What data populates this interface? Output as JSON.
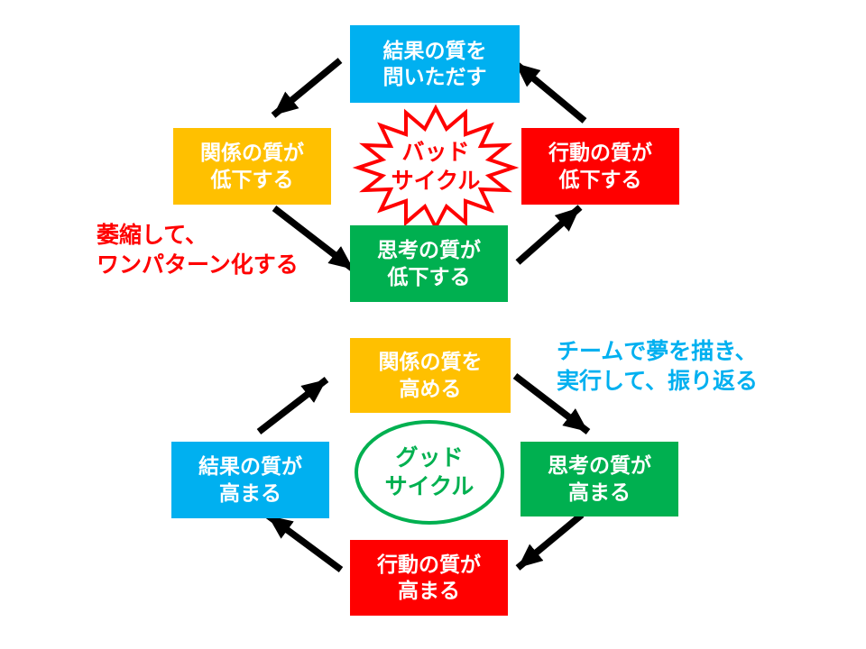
{
  "colors": {
    "blue": "#00B0F0",
    "orange": "#FFC000",
    "red": "#FF0000",
    "green": "#00B050",
    "arrow": "#000000",
    "box_text": "#FFFFFF"
  },
  "bad_cycle": {
    "label": {
      "line1": "バッド",
      "line2": "サイクル",
      "color": "#FF0000",
      "shape": "starburst"
    },
    "boxes": {
      "result": {
        "line1": "結果の質を",
        "line2": "問いただす",
        "color": "#00B0F0"
      },
      "relation": {
        "line1": "関係の質が",
        "line2": "低下する",
        "color": "#FFC000"
      },
      "action": {
        "line1": "行動の質が",
        "line2": "低下する",
        "color": "#FF0000"
      },
      "thinking": {
        "line1": "思考の質が",
        "line2": "低下する",
        "color": "#00B050"
      }
    },
    "caption": {
      "line1": "萎縮して、",
      "line2": "ワンパターン化する",
      "color": "#FF0000"
    },
    "flow": [
      "結果の質を問いただす",
      "関係の質が低下する",
      "思考の質が低下する",
      "行動の質が低下する"
    ]
  },
  "good_cycle": {
    "label": {
      "line1": "グッド",
      "line2": "サイクル",
      "color": "#00B050",
      "shape": "ellipse"
    },
    "boxes": {
      "relation": {
        "line1": "関係の質を",
        "line2": "高める",
        "color": "#FFC000"
      },
      "thinking": {
        "line1": "思考の質が",
        "line2": "高まる",
        "color": "#00B050"
      },
      "action": {
        "line1": "行動の質が",
        "line2": "高まる",
        "color": "#FF0000"
      },
      "result": {
        "line1": "結果の質が",
        "line2": "高まる",
        "color": "#00B0F0"
      }
    },
    "caption": {
      "line1": "チームで夢を描き、",
      "line2": "実行して、振り返る",
      "color": "#00B0F0"
    },
    "flow": [
      "関係の質を高める",
      "思考の質が高まる",
      "行動の質が高まる",
      "結果の質が高まる"
    ]
  }
}
